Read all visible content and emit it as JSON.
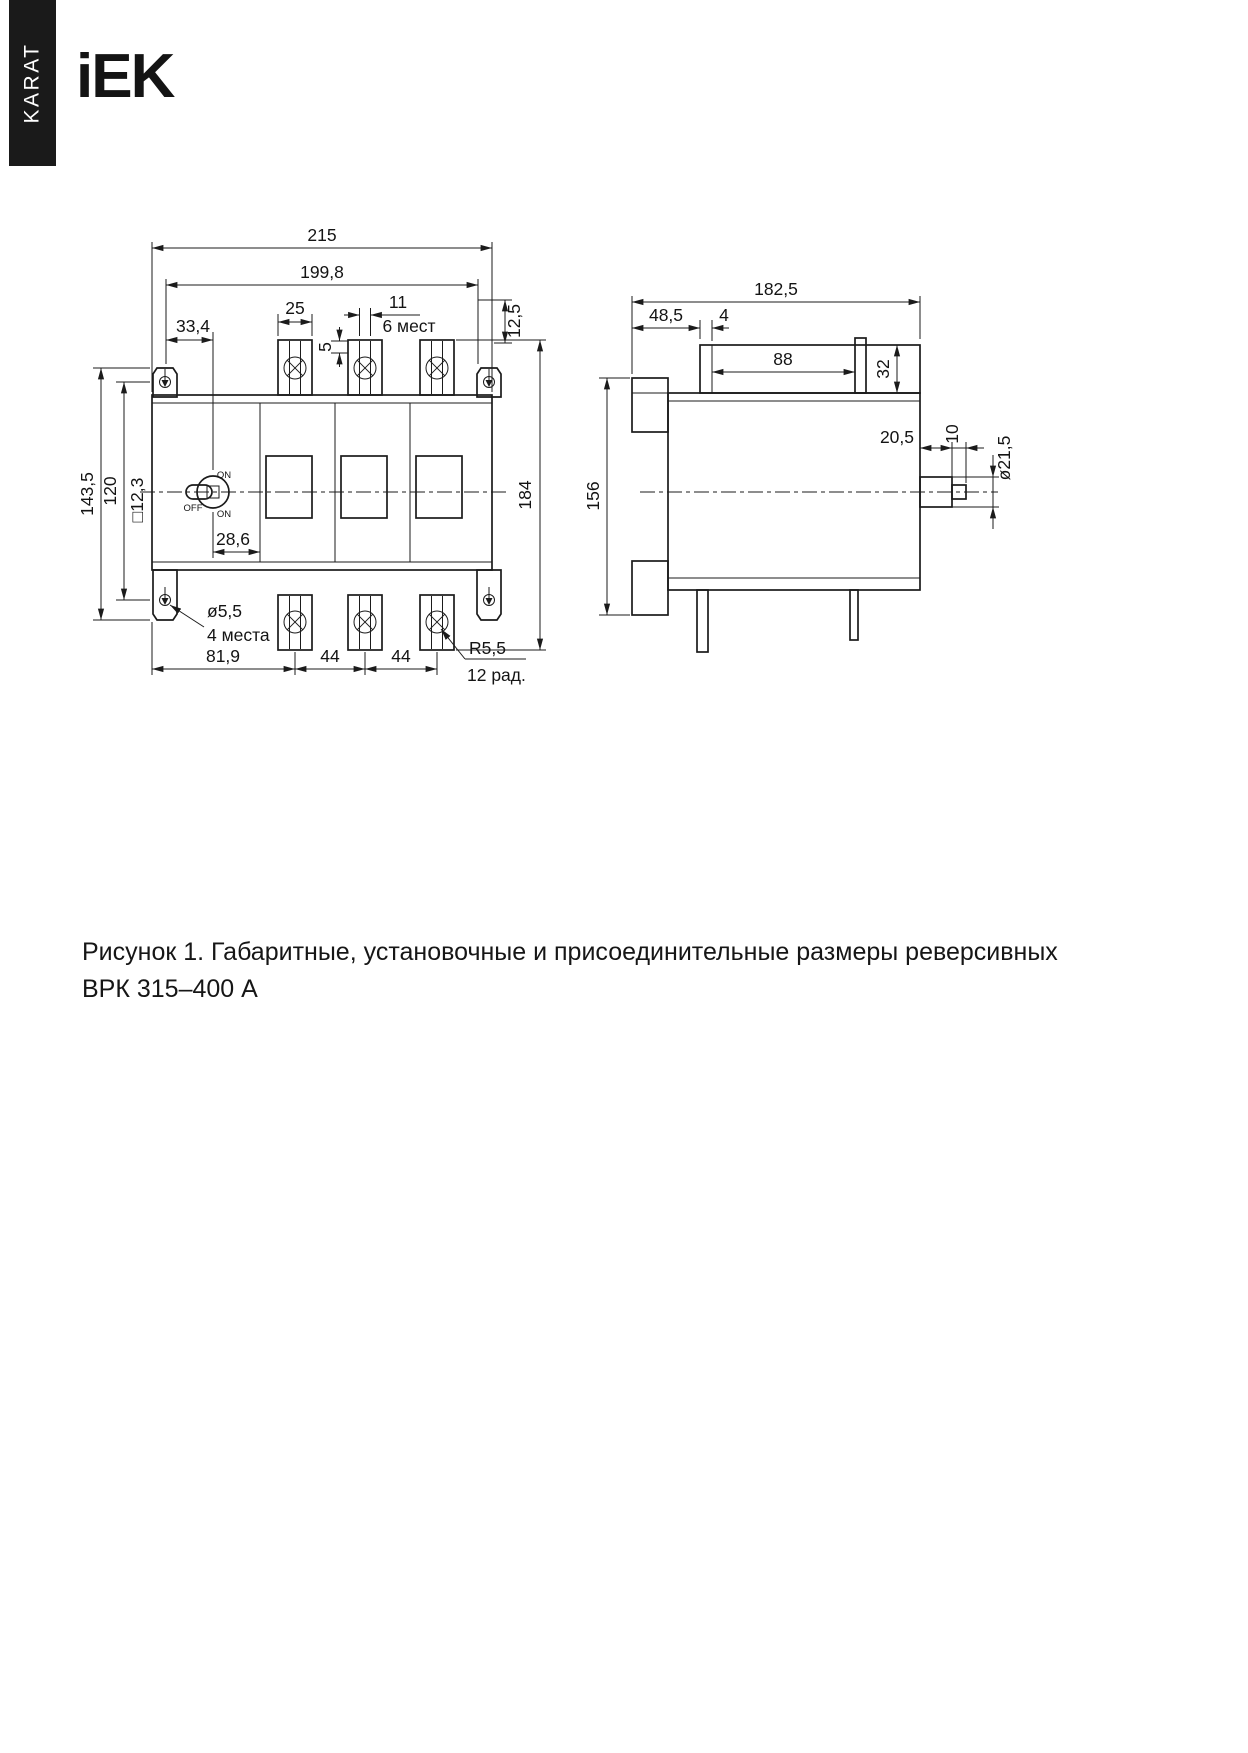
{
  "header": {
    "brand_vertical": "KARAT",
    "logo_text": "iEK"
  },
  "front_view": {
    "switch": {
      "on_top": "ON",
      "off": "OFF",
      "on_bottom": "ON"
    },
    "dims": {
      "total_width": "215",
      "mounting_width": "199,8",
      "handle_offset": "33,4",
      "terminal_width": "25",
      "slot_width": "11",
      "slot_places": "6 мест",
      "slot_edge_offset": "5",
      "top_edge_offset": "12,5",
      "mounting_height_outer": "143,5",
      "mounting_height_inner": "120",
      "shaft_square": "□12,3",
      "handle_center_offset": "28,6",
      "total_height": "184",
      "mounting_hole_dia": "ø5,5",
      "mounting_hole_places": "4 места",
      "bottom_offset": "81,9",
      "pole_pitch_1": "44",
      "pole_pitch_2": "44",
      "corner_radius": "R5,5",
      "corner_radius_places": "12 рад."
    }
  },
  "side_view": {
    "dims": {
      "total_depth": "182,5",
      "front_depth": "48,5",
      "wall_thickness": "4",
      "cover_width": "88",
      "cover_height": "32",
      "body_height": "156",
      "shaft_length": "20,5",
      "shaft_tip_length": "10",
      "shaft_dia": "ø21,5"
    }
  },
  "caption": {
    "line1": "Рисунок 1. Габаритные, установочные и присоединительные размеры реверсивных",
    "line2": "ВРК 315–400 А"
  }
}
